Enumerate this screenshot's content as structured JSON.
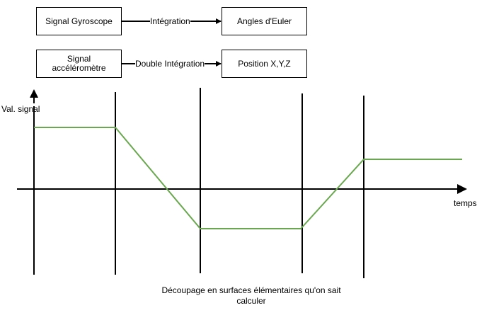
{
  "flow": {
    "row1": {
      "source": "Signal Gyroscope",
      "edge": "Intégration",
      "target": "Angles d'Euler"
    },
    "row2": {
      "source": "Signal accéléromètre",
      "edge": "Double Intégration",
      "target": "Position X,Y,Z"
    }
  },
  "graph": {
    "y_label": "Val. signal",
    "x_label": "temps",
    "caption": "Découpage en surfaces élémentaires qu'on sait calculer",
    "line_color": "#6aa84f"
  }
}
